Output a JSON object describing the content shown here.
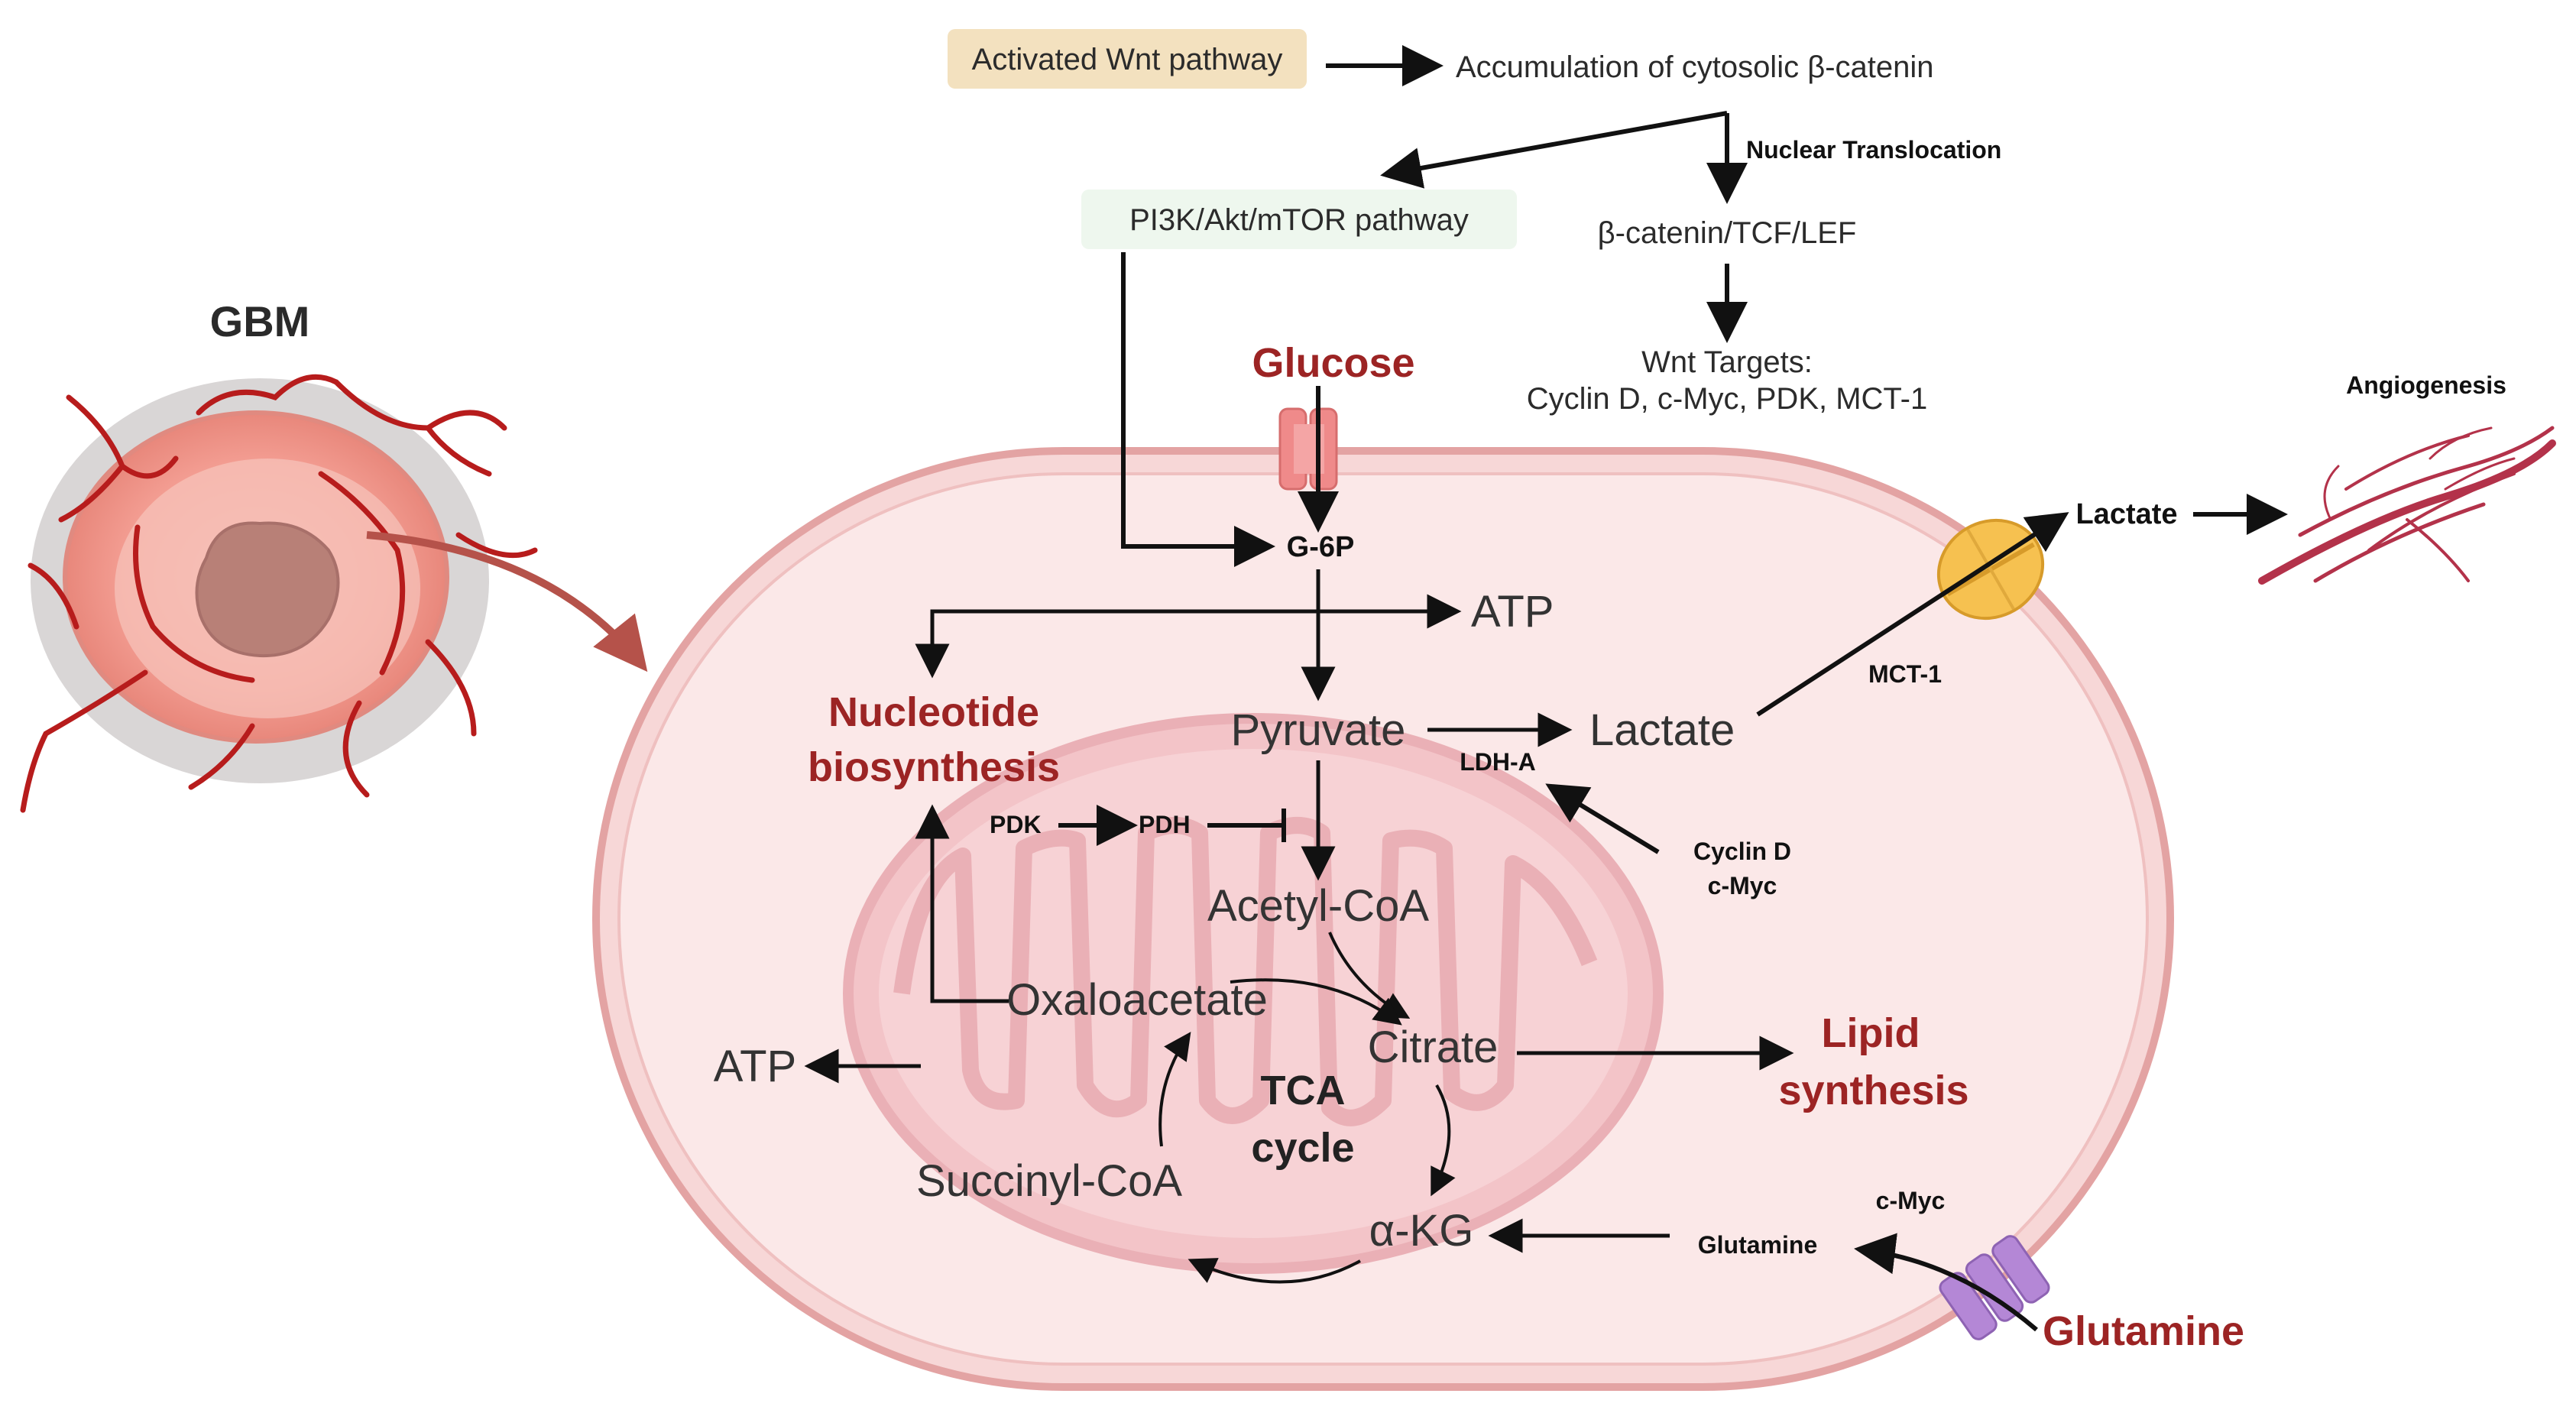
{
  "top": {
    "wnt_box": "Activated Wnt pathway",
    "accumulation": "Accumulation of cytosolic β-catenin",
    "nuclear_translocation": "Nuclear Translocation",
    "pi3k_box": "PI3K/Akt/mTOR pathway",
    "bcatenin_tcf": "β-catenin/TCF/LEF",
    "wnt_targets_title": "Wnt Targets:",
    "wnt_targets_list": "Cyclin D, c-Myc, PDK, MCT-1"
  },
  "left": {
    "gbm_label": "GBM"
  },
  "right": {
    "angiogenesis": "Angiogenesis",
    "lactate_out": "Lactate",
    "mct1": "MCT-1"
  },
  "cell": {
    "glucose": "Glucose",
    "g6p": "G-6P",
    "atp_top": "ATP",
    "nucleotide_line1": "Nucleotide",
    "nucleotide_line2": "biosynthesis",
    "pyruvate": "Pyruvate",
    "lactate": "Lactate",
    "ldha": "LDH-A",
    "cyclin_d": "Cyclin D",
    "c_myc_1": "c-Myc",
    "pdk": "PDK",
    "pdh": "PDH",
    "acetyl_coa": "Acetyl-CoA",
    "oxaloacetate": "Oxaloacetate",
    "citrate": "Citrate",
    "atp_left": "ATP",
    "tca_line1": "TCA",
    "tca_line2": "cycle",
    "lipid_line1": "Lipid",
    "lipid_line2": "synthesis",
    "succinyl_coa": "Succinyl-CoA",
    "akg": "α-KG",
    "glutamine_in": "Glutamine",
    "c_myc_2": "c-Myc",
    "glutamine_out": "Glutamine"
  },
  "colors": {
    "cell_fill": "#fbe6e6",
    "cell_border": "#e5a9a9",
    "mito": "#f0b9bf",
    "red_text": "#9c2424",
    "wnt_box": "#f3e1bf",
    "pi3k_box": "#eef7ee",
    "transporter_glucose": "#ef8a8a",
    "transporter_mct": "#f6c150",
    "transporter_gln": "#b487d6",
    "vessel": "#b71c1c"
  }
}
